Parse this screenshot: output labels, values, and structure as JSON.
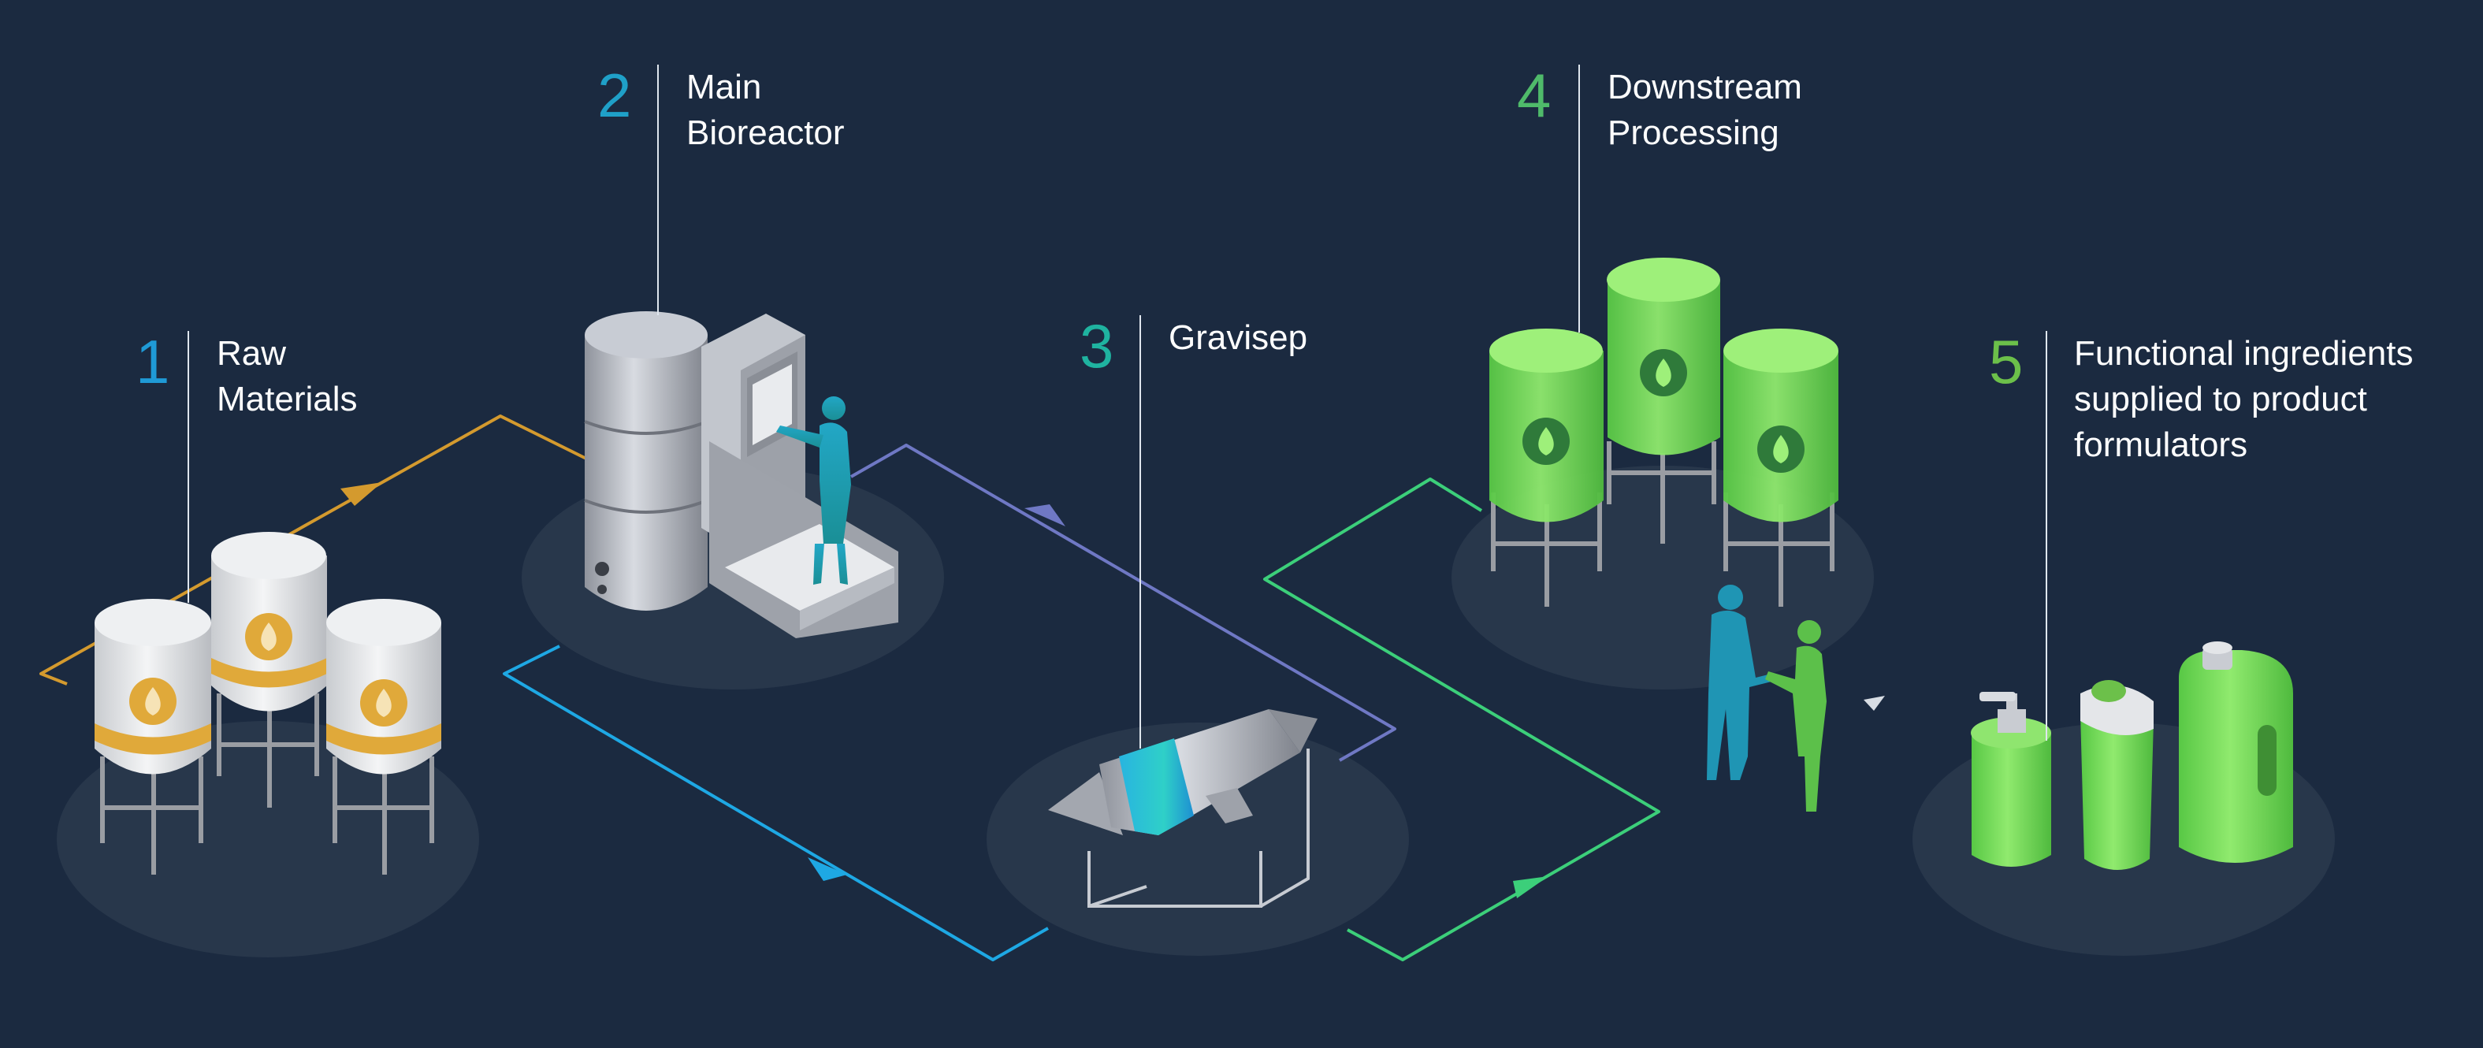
{
  "steps": [
    {
      "number": "1",
      "lines": [
        "Raw",
        "Materials"
      ]
    },
    {
      "number": "2",
      "lines": [
        "Main",
        "Bioreactor"
      ]
    },
    {
      "number": "3",
      "lines": [
        "Gravisep"
      ]
    },
    {
      "number": "4",
      "lines": [
        "Downstream",
        "Processing"
      ]
    },
    {
      "number": "5",
      "lines": [
        "Functional ingredients",
        "supplied to product",
        "formulators"
      ]
    }
  ],
  "colors": {
    "background": "#1b2a40",
    "step1": "#1f9ad6",
    "step2": "#1fa0c8",
    "step3": "#1fb3a0",
    "step4": "#4fba6a",
    "step5": "#6cc04a",
    "flow_raw_to_reactor": "#d49a2e",
    "flow_reactor_to_gravisep": "#1ea8e4",
    "flow_gravisep_to_reactor": "#6f78c4",
    "flow_green": "#3ccf7a",
    "tank_white": "#e6e8ea",
    "tank_gold": "#e0a93a",
    "tank_green": "#6edc55",
    "steel": "#b8bcc6",
    "person_teal": "#1fa3a8",
    "person_green": "#5cc04a"
  },
  "icons": [
    "leaf-drop-icon",
    "arrow-icon"
  ]
}
